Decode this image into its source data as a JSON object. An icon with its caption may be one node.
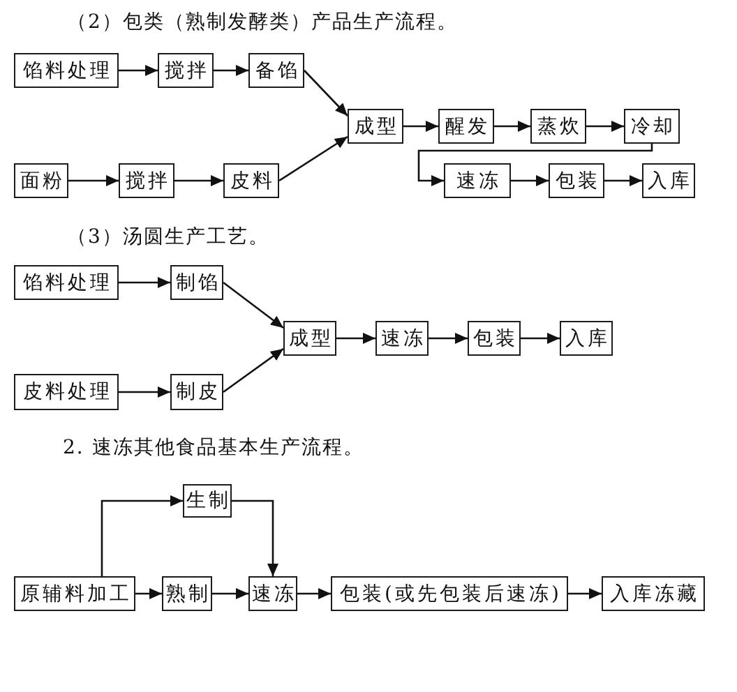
{
  "diagram": {
    "nodes": [
      {
        "text": [
          "馅料处理"
        ]
      },
      {
        "text": [
          "搅拌"
        ]
      },
      {
        "text": [
          "备馅"
        ]
      },
      {
        "text": [
          "成型"
        ]
      },
      {
        "text": [
          "醒发"
        ]
      },
      {
        "text": [
          "蒸炊"
        ]
      },
      {
        "text": [
          "冷却"
        ]
      },
      {
        "text": [
          "面粉"
        ]
      },
      {
        "text": [
          "搅拌"
        ]
      },
      {
        "text": [
          "皮料"
        ]
      },
      {
        "text": [
          "速冻"
        ]
      },
      {
        "text": [
          "包装"
        ]
      },
      {
        "text": [
          "入库"
        ]
      },
      {
        "text": [
          "馅料处理"
        ]
      },
      {
        "text": [
          "制馅"
        ]
      },
      {
        "text": [
          "成型"
        ]
      },
      {
        "text": [
          "速冻"
        ]
      },
      {
        "text": [
          "包装"
        ]
      },
      {
        "text": [
          "入库"
        ]
      },
      {
        "text": [
          "皮料处理"
        ]
      },
      {
        "text": [
          "制皮"
        ]
      },
      {
        "text": [
          "生制"
        ]
      },
      {
        "text": [
          "原辅料加工"
        ]
      },
      {
        "text": [
          "熟制"
        ]
      },
      {
        "text": [
          "速冻"
        ]
      },
      {
        "text": [
          "包装(或先包装后速冻)"
        ]
      },
      {
        "text": [
          "入库冻藏"
        ]
      }
    ],
    "edges": [
      {
        "from": 0,
        "to": 1,
        "arrow": "to"
      },
      {
        "from": 1,
        "to": 2,
        "arrow": "to"
      },
      {
        "from": 2,
        "to": 3,
        "arrow": "to"
      },
      {
        "from": 7,
        "to": 8,
        "arrow": "to"
      },
      {
        "from": 8,
        "to": 9,
        "arrow": "to"
      },
      {
        "from": 9,
        "to": 3,
        "arrow": "to"
      },
      {
        "from": 3,
        "to": 4,
        "arrow": "to"
      },
      {
        "from": 4,
        "to": 5,
        "arrow": "to"
      },
      {
        "from": 5,
        "to": 6,
        "arrow": "to"
      },
      {
        "from": 6,
        "to": 10,
        "arrow": "to"
      },
      {
        "from": 10,
        "to": 11,
        "arrow": "to"
      },
      {
        "from": 11,
        "to": 12,
        "arrow": "to"
      },
      {
        "from": 13,
        "to": 14,
        "arrow": "to"
      },
      {
        "from": 14,
        "to": 15,
        "arrow": "to"
      },
      {
        "from": 19,
        "to": 20,
        "arrow": "to"
      },
      {
        "from": 20,
        "to": 15,
        "arrow": "to"
      },
      {
        "from": 15,
        "to": 16,
        "arrow": "to"
      },
      {
        "from": 16,
        "to": 17,
        "arrow": "to"
      },
      {
        "from": 17,
        "to": 18,
        "arrow": "to"
      },
      {
        "from": 22,
        "to": 23,
        "arrow": "to"
      },
      {
        "from": 22,
        "to": 21,
        "arrow": "to"
      },
      {
        "from": 21,
        "to": 24,
        "arrow": "to"
      },
      {
        "from": 23,
        "to": 24,
        "arrow": "to"
      },
      {
        "from": 24,
        "to": 25,
        "arrow": "to"
      },
      {
        "from": 25,
        "to": 26,
        "arrow": "to"
      }
    ],
    "labels": [
      "（2）包类（熟制发酵类）产品生产流程。",
      "（3）汤圆生产工艺。",
      "2. 速冻其他食品基本生产流程。"
    ]
  }
}
